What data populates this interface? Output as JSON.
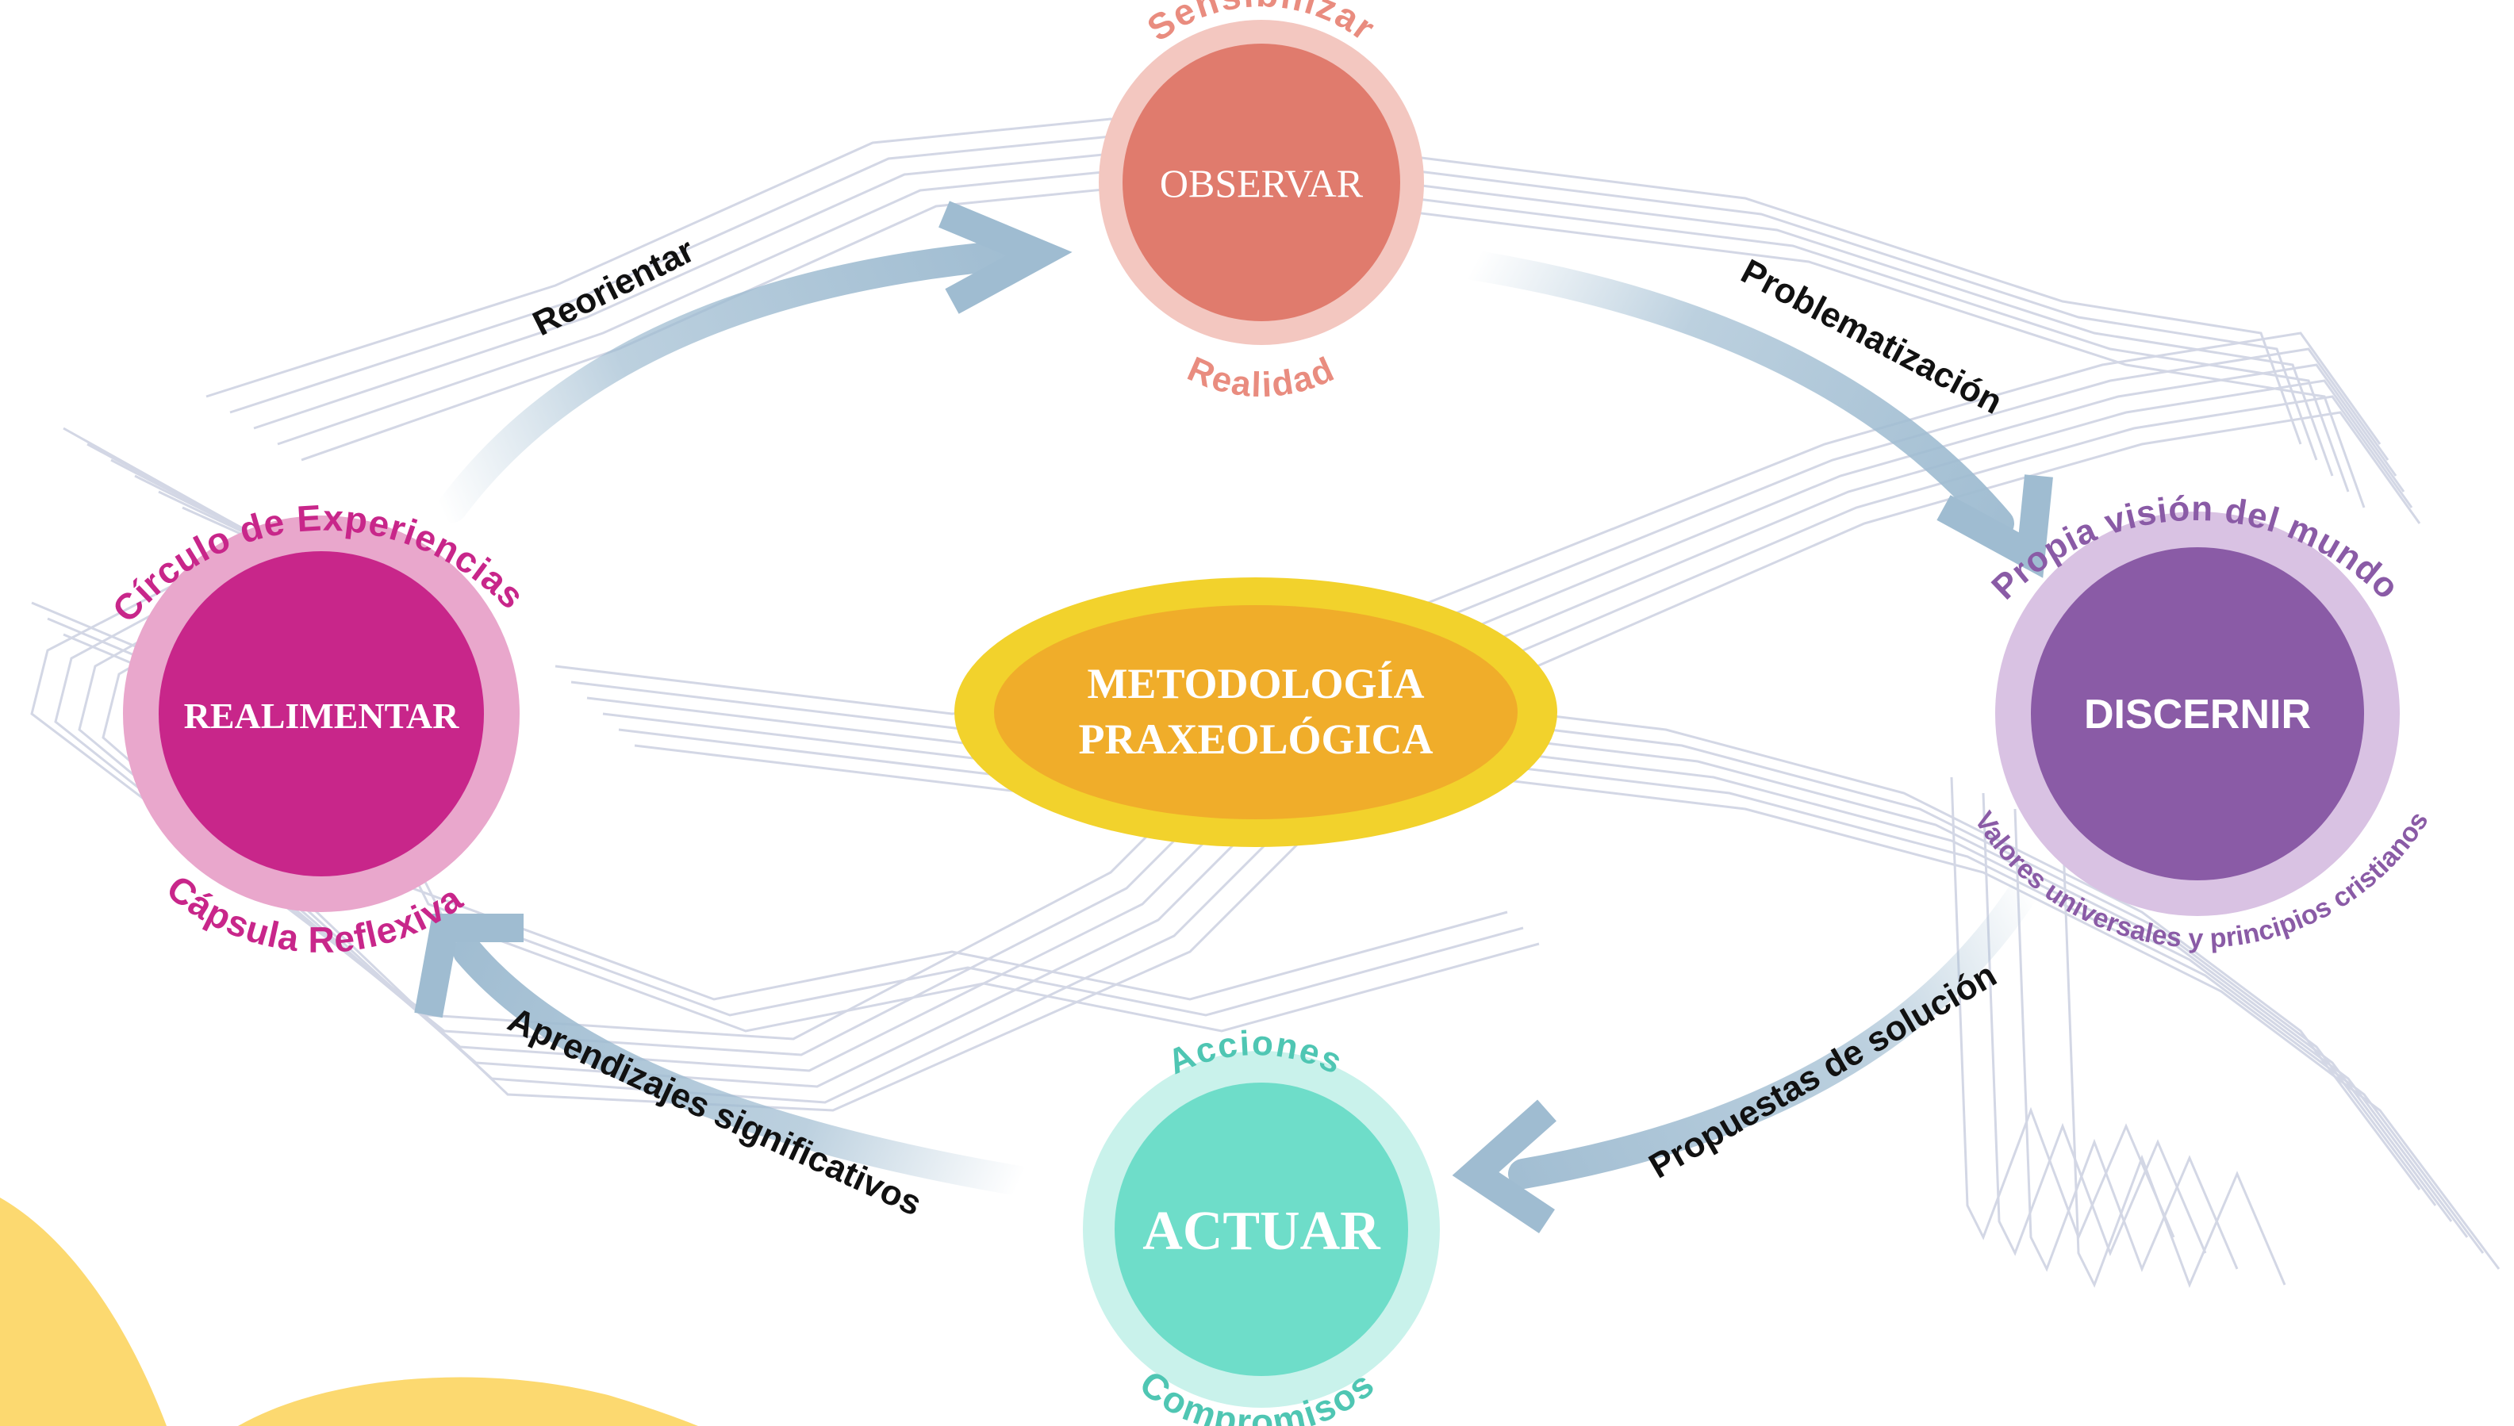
{
  "center": {
    "line1": "METODOLOGÍA",
    "line2": "PRAXEOLÓGICA"
  },
  "nodes": {
    "observar": {
      "label": "OBSERVAR",
      "top": "Sensibilizar",
      "bottom": "Realidad"
    },
    "discernir": {
      "label": "DISCERNIR",
      "top": "Propia visión del mundo",
      "bottom": "Valores universales y principios cristianos"
    },
    "actuar": {
      "label": "ACTUAR",
      "top": "Acciones",
      "bottom": "Compromisos"
    },
    "realimentar": {
      "label": "REALIMENTAR",
      "top": "Círculo de Experiencias",
      "bottom": "Cápsula Reflexiva"
    }
  },
  "arrows": {
    "problematizacion": "Problematización",
    "propuestas": "Propuestas de solución",
    "aprendizajes": "Aprendizajes significativos",
    "reorientar": "Reorientar"
  },
  "colors": {
    "observar": "#E07B6D",
    "discernir": "#8A5BA6",
    "actuar": "#6EDDC9",
    "realimentar": "#C8268A",
    "center": "#F0AD2A",
    "center_ring": "#F2D22C",
    "arrow": "#9FBCD1",
    "background_blob": "#FCD970"
  }
}
